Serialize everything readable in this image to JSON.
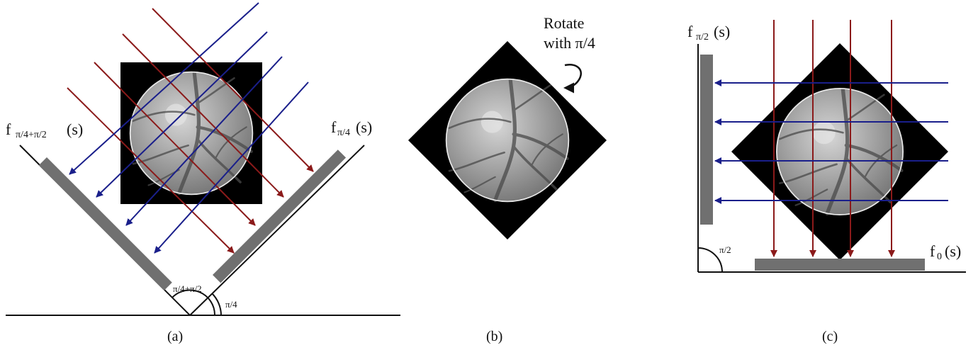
{
  "panel_a": {
    "label_left_main": "f",
    "label_left_sub": "π/4+π/2",
    "label_left_arg": "(s)",
    "label_right_main": "f",
    "label_right_sub": "π/4",
    "label_right_arg": "(s)",
    "angle_large": "π/4+π/2",
    "angle_small": "π/4",
    "caption": "(a)"
  },
  "panel_b": {
    "rotate_line1": "Rotate",
    "rotate_line2": "with π/4",
    "caption": "(b)"
  },
  "panel_c": {
    "label_top_main": "f",
    "label_top_sub": "π/2",
    "label_top_arg": "(s)",
    "label_bottom_main": "f",
    "label_bottom_sub": "0",
    "label_bottom_arg": "(s)",
    "angle": "π/2",
    "caption": "(c)"
  },
  "colors": {
    "red_ray": "#8b1a1a",
    "blue_ray": "#1a1f8b",
    "detector": "#707070",
    "image_bg": "#000000"
  }
}
